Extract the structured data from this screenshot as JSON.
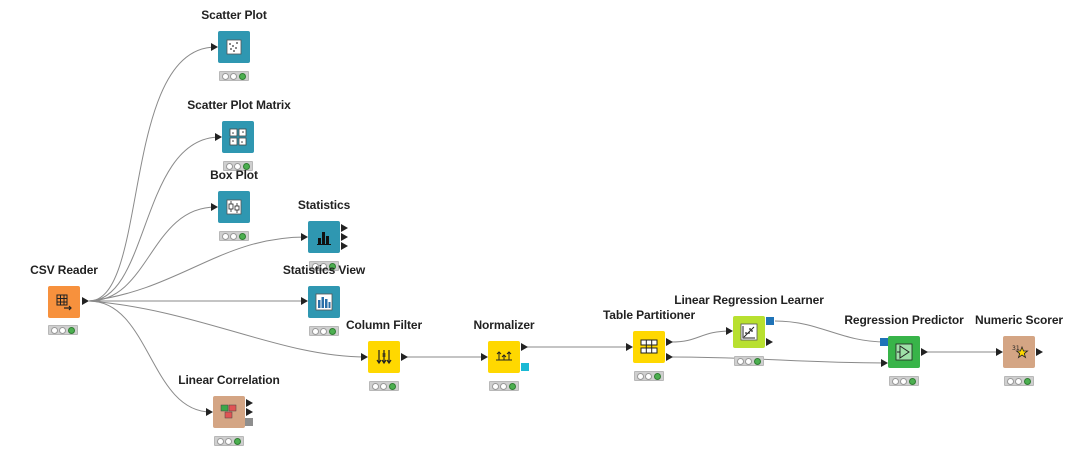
{
  "workflow": {
    "nodes": {
      "csv_reader": {
        "label": "CSV Reader",
        "color": "#f7913d",
        "icon": "file-reader-icon",
        "status": [
          "inactive",
          "inactive",
          "executed"
        ]
      },
      "scatter_plot": {
        "label": "Scatter Plot",
        "color": "#2f97b1",
        "icon": "scatter-plot-icon",
        "status": [
          "inactive",
          "inactive",
          "executed"
        ]
      },
      "scatter_plot_matrix": {
        "label": "Scatter Plot Matrix",
        "color": "#2f97b1",
        "icon": "scatter-matrix-icon",
        "status": [
          "inactive",
          "inactive",
          "executed"
        ]
      },
      "box_plot": {
        "label": "Box Plot",
        "color": "#2f97b1",
        "icon": "box-plot-icon",
        "status": [
          "inactive",
          "inactive",
          "executed"
        ]
      },
      "statistics": {
        "label": "Statistics",
        "color": "#2f97b1",
        "icon": "statistics-icon",
        "status": [
          "inactive",
          "inactive",
          "executed"
        ]
      },
      "statistics_view": {
        "label": "Statistics View",
        "color": "#2f97b1",
        "icon": "bar-chart-icon",
        "status": [
          "inactive",
          "inactive",
          "executed"
        ]
      },
      "linear_correlation": {
        "label": "Linear Correlation",
        "color": "#d4a584",
        "icon": "correlation-matrix-icon",
        "status": [
          "inactive",
          "inactive",
          "executed"
        ]
      },
      "column_filter": {
        "label": "Column Filter",
        "color": "#ffd800",
        "icon": "column-filter-icon",
        "status": [
          "inactive",
          "inactive",
          "executed"
        ]
      },
      "normalizer": {
        "label": "Normalizer",
        "color": "#ffd800",
        "icon": "normalizer-icon",
        "status": [
          "inactive",
          "inactive",
          "executed"
        ]
      },
      "table_partitioner": {
        "label": "Table Partitioner",
        "color": "#ffd800",
        "icon": "table-partitioner-icon",
        "status": [
          "inactive",
          "inactive",
          "executed"
        ]
      },
      "linear_regression_learner": {
        "label": "Linear Regression Learner",
        "color": "#b8e030",
        "icon": "regression-learner-icon",
        "status": [
          "inactive",
          "inactive",
          "executed"
        ]
      },
      "regression_predictor": {
        "label": "Regression Predictor",
        "color": "#38b449",
        "icon": "predictor-icon",
        "status": [
          "inactive",
          "inactive",
          "executed"
        ]
      },
      "numeric_scorer": {
        "label": "Numeric Scorer",
        "color": "#d4a584",
        "icon": "scorer-icon",
        "status": [
          "inactive",
          "inactive",
          "executed"
        ]
      }
    },
    "colors": {
      "data_port": "#222222",
      "model_port": "#1f73b7",
      "normalizer_model_port": "#1ab9d4",
      "correlation_model_port": "#8e8e8e",
      "connection": "#8a8a8a",
      "status_executed": "#4caf50"
    }
  }
}
